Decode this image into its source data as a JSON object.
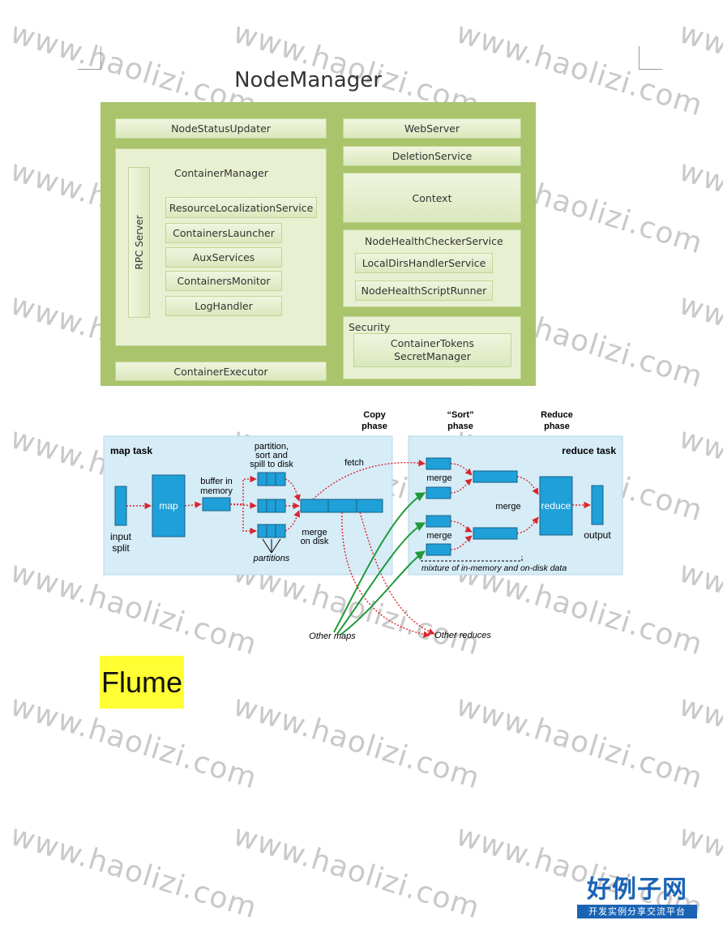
{
  "watermark": "www.haolizi.com",
  "nodemanager": {
    "title": "NodeManager",
    "status_updater": "NodeStatusUpdater",
    "web_server": "WebServer",
    "deletion_service": "DeletionService",
    "context": "Context",
    "container_manager": "ContainerManager",
    "rpc_server": "RPC Server",
    "resource_localization": "ResourceLocalizationService",
    "containers_launcher": "ContainersLauncher",
    "aux_services": "AuxServices",
    "containers_monitor": "ContainersMonitor",
    "log_handler": "LogHandler",
    "health_checker": "NodeHealthCheckerService",
    "local_dirs": "LocalDirsHandlerService",
    "health_script": "NodeHealthScriptRunner",
    "security": "Security",
    "container_tokens_1": "ContainerTokens",
    "container_tokens_2": "SecretManager",
    "container_executor": "ContainerExecutor"
  },
  "mapreduce": {
    "copy_phase_1": "Copy",
    "copy_phase_2": "phase",
    "sort_phase_1": "“Sort”",
    "sort_phase_2": "phase",
    "reduce_phase_1": "Reduce",
    "reduce_phase_2": "phase",
    "map_task": "map task",
    "reduce_task": "reduce task",
    "partition_1": "partition,",
    "partition_2": "sort and",
    "partition_3": "spill to disk",
    "fetch": "fetch",
    "buffer_1": "buffer in",
    "buffer_2": "memory",
    "map": "map",
    "input_1": "input",
    "input_2": "split",
    "merge_disk_1": "merge",
    "merge_disk_2": "on disk",
    "partitions": "partitions",
    "merge_a": "merge",
    "merge_b": "merge",
    "merge_c": "merge",
    "reduce": "reduce",
    "output": "output",
    "mixture": "mixture of in-memory and on-disk data",
    "other_maps": "Other maps",
    "other_reduces": "Other reduces"
  },
  "heading": "Flume",
  "logo": {
    "big": "好例子网",
    "small": "开发实例分享交流平台"
  },
  "colors": {
    "nm_frame": "#a9c46b",
    "nm_box": "#e8f0d1",
    "mr_panel": "#d6ecf7",
    "mr_block": "#1fa0d8",
    "arrow_red": "#d9262e",
    "arrow_green": "#1f9a3a",
    "highlight": "#ffff33",
    "logo_blue": "#1b64b5"
  }
}
